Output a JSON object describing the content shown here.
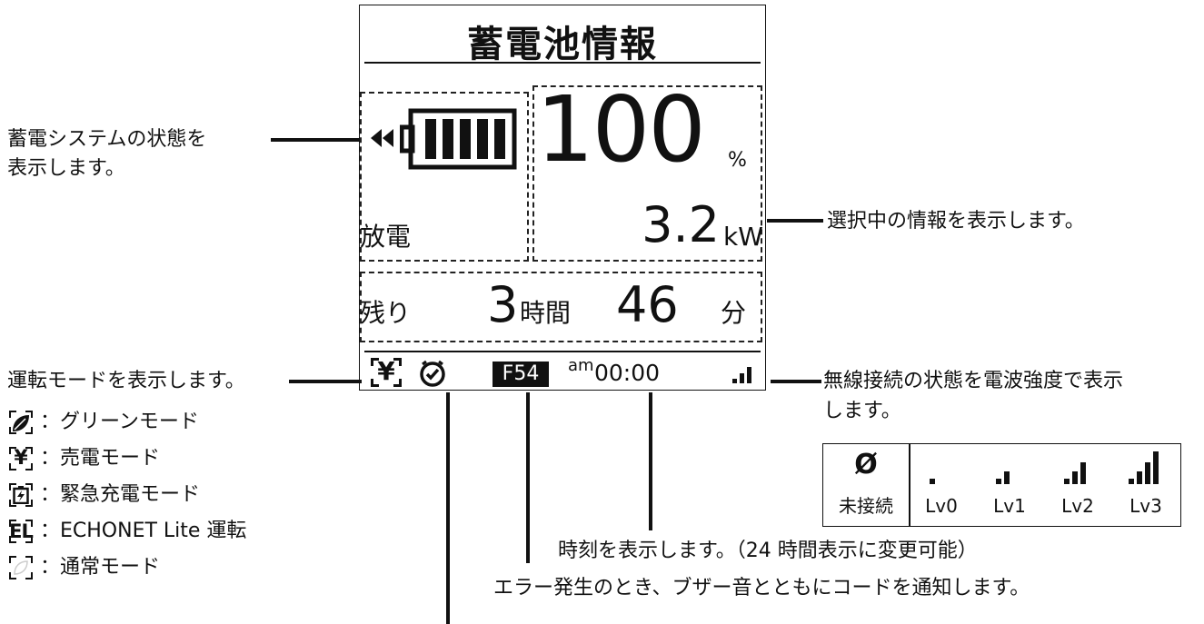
{
  "screen": {
    "title": "蓄電池情報",
    "battery_percent": "100",
    "percent_unit": "%",
    "status_text": "放電",
    "power_value": "3.2",
    "power_unit": "kW",
    "remaining_label": "残り",
    "remaining_hours": "3",
    "hours_unit": "時間",
    "remaining_minutes": "46",
    "minutes_unit": "分",
    "error_code": "F54",
    "ampm": "am",
    "time": "00:00",
    "mode_symbol": "¥"
  },
  "annotations": {
    "system_state": [
      "蓄電システムの状態を",
      "表示します。"
    ],
    "selected_info": "選択中の情報を表示します。",
    "operation_mode": "運転モードを表示します。",
    "wireless": [
      "無線接続の状態を電波強度で表示",
      "します。"
    ],
    "clock": "時刻を表示します。（24 時間表示に変更可能）",
    "error": "エラー発生のとき、ブザー音とともにコードを通知します。"
  },
  "mode_legend": [
    {
      "icon": "leaf-icon",
      "label": "：グリーンモード"
    },
    {
      "icon": "yen-icon",
      "label": "：売電モード",
      "symbol": "¥"
    },
    {
      "icon": "emergency-charge-icon",
      "label": "：緊急充電モード"
    },
    {
      "icon": "el-icon",
      "label": "：ECHONET Lite 運転",
      "symbol": "EL"
    },
    {
      "icon": "normal-mode-icon",
      "label": "：通常モード"
    }
  ],
  "signal_levels": [
    {
      "label": "未接続",
      "bars": 0,
      "symbol": "Ø"
    },
    {
      "label": "Lv0",
      "bars": 1
    },
    {
      "label": "Lv1",
      "bars": 2
    },
    {
      "label": "Lv2",
      "bars": 3
    },
    {
      "label": "Lv3",
      "bars": 4
    }
  ]
}
